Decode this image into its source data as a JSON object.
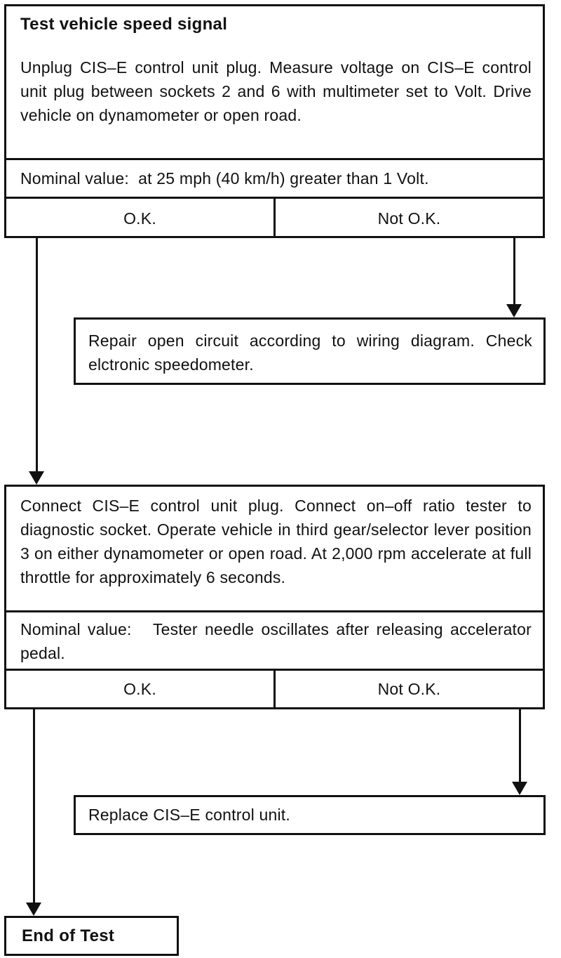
{
  "flowchart": {
    "step1": {
      "title": "Test vehicle speed signal",
      "body": "Unplug CIS–E control unit plug. Measure voltage on CIS–E control unit plug between sockets 2 and 6 with multimeter set to Volt.  Drive vehicle on dynamometer or open road.",
      "nominal": "Nominal value:  at 25 mph (40 km/h) greater than 1 Volt.",
      "ok_label": "O.K.",
      "not_ok_label": "Not O.K."
    },
    "repair_action": {
      "text": "Repair open circuit according to wiring diagram. Check elctronic speedometer."
    },
    "step2": {
      "body": "Connect CIS–E control unit plug. Connect on–off ratio tester to diagnostic socket. Operate vehicle in third gear/selector lever position 3 on either dynamometer or open road. At 2,000 rpm accelerate at full throttle for approximately 6 seconds.",
      "nominal": "Nominal value:   Tester needle oscillates after releasing accelerator pedal.",
      "ok_label": "O.K.",
      "not_ok_label": "Not O.K."
    },
    "replace_action": {
      "text": "Replace CIS–E control unit."
    },
    "end": {
      "label": "End of Test"
    },
    "colors": {
      "ink": "#111111",
      "paper": "#ffffff"
    }
  }
}
